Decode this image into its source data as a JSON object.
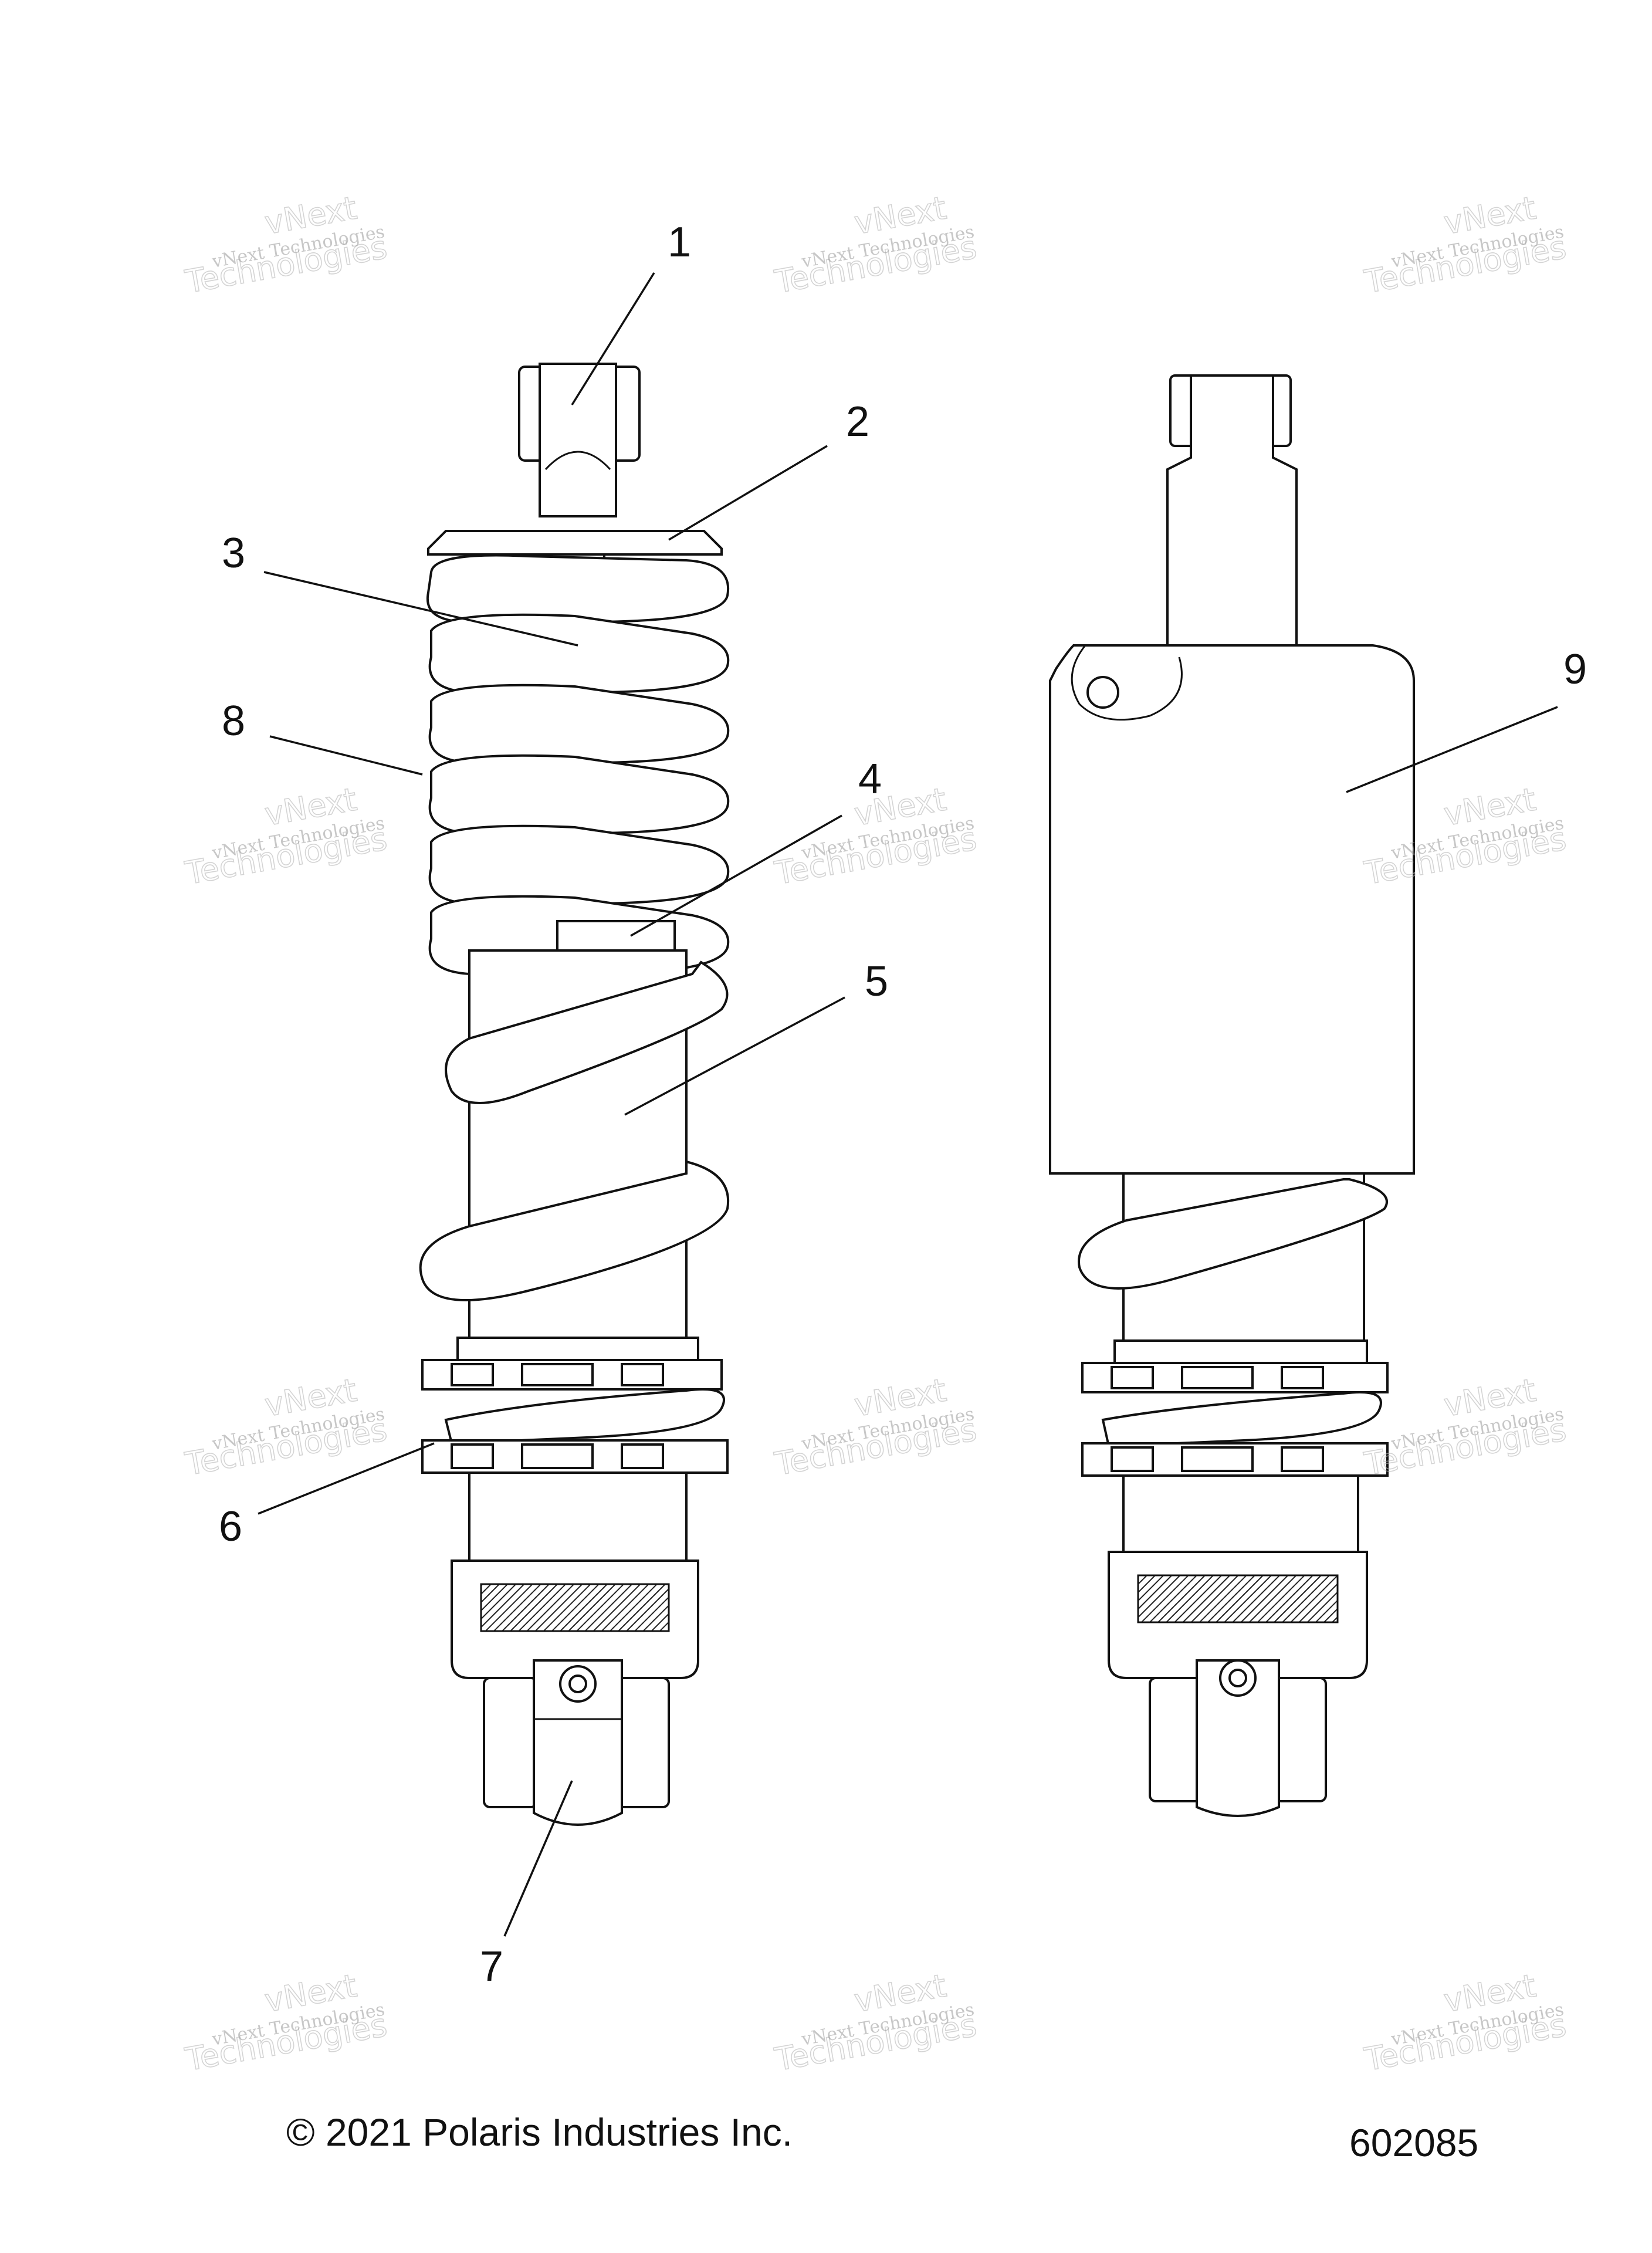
{
  "diagram": {
    "callouts": [
      {
        "id": "1",
        "label": "1"
      },
      {
        "id": "2",
        "label": "2"
      },
      {
        "id": "3",
        "label": "3"
      },
      {
        "id": "4",
        "label": "4"
      },
      {
        "id": "5",
        "label": "5"
      },
      {
        "id": "6",
        "label": "6"
      },
      {
        "id": "7",
        "label": "7"
      },
      {
        "id": "8",
        "label": "8"
      },
      {
        "id": "9",
        "label": "9"
      }
    ],
    "watermark": {
      "line1": "vNext Technologies",
      "line2": "vNext",
      "line3": "Technologies"
    }
  },
  "footer": {
    "copyright": "© 2021 Polaris Industries Inc.",
    "figure_number": "602085"
  }
}
